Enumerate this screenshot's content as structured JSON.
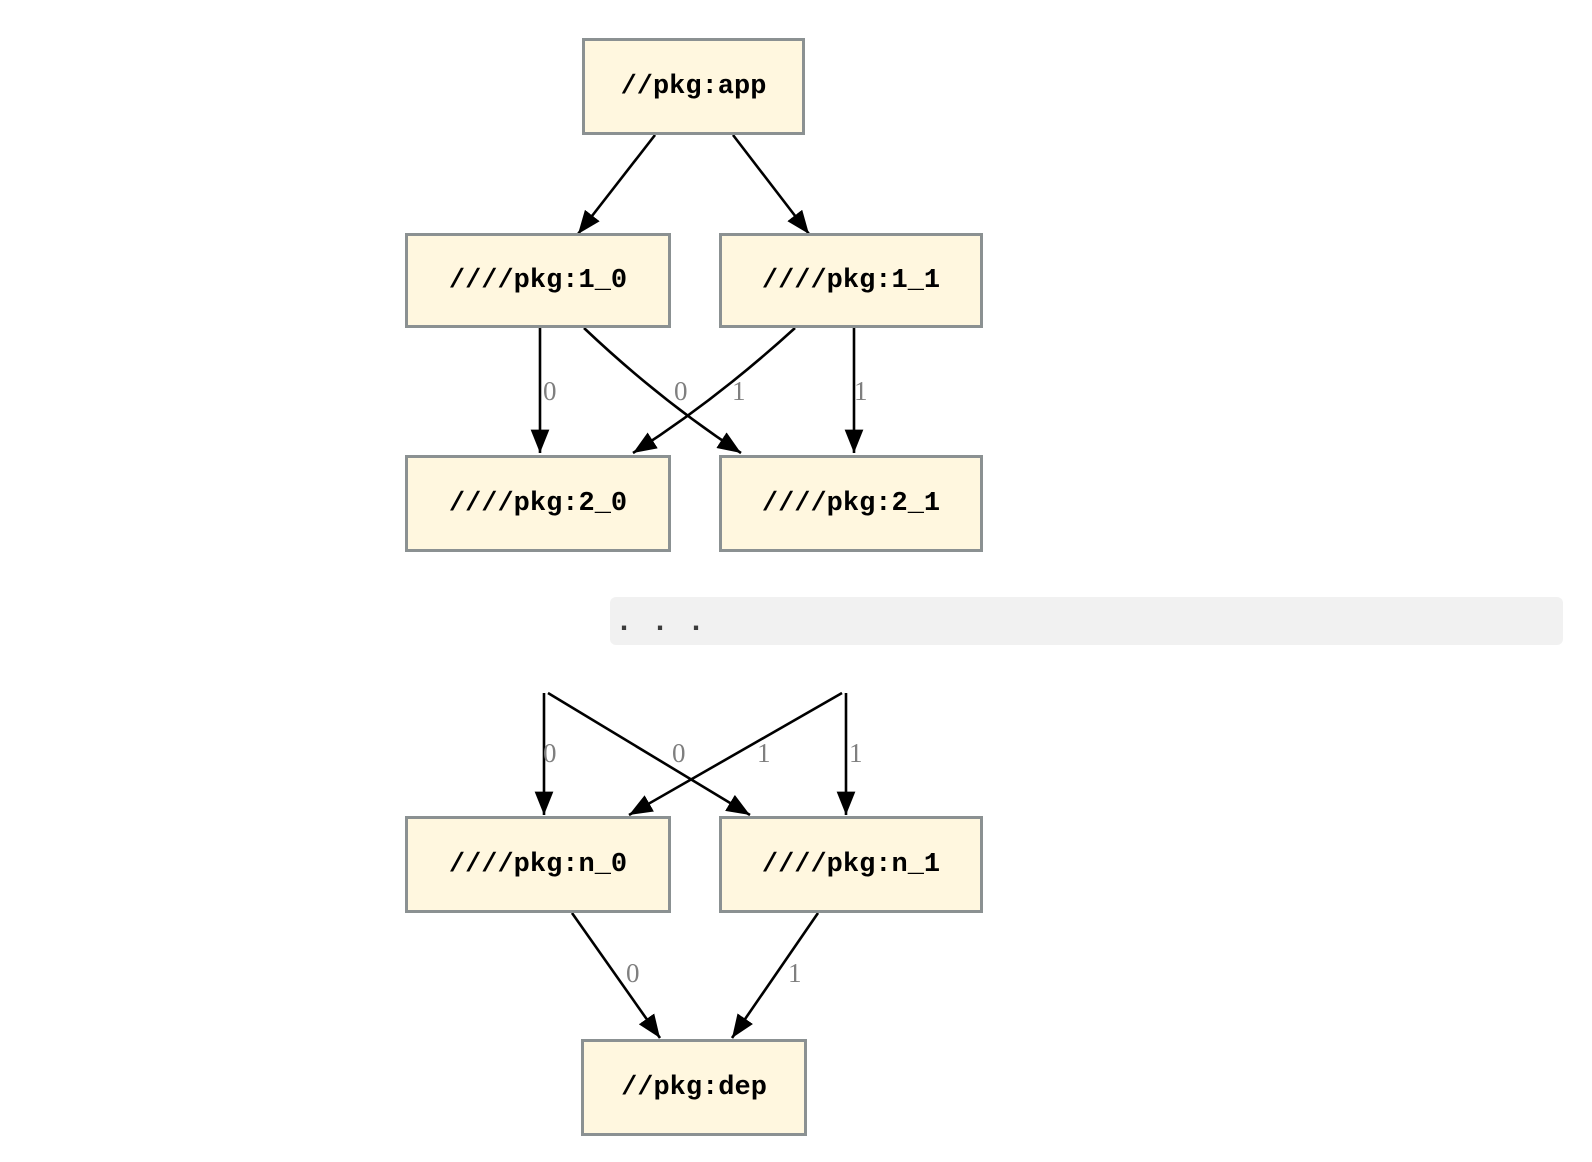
{
  "colors": {
    "node_fill": "#FFF7DF",
    "node_border": "#8B9192",
    "edge": "#000000",
    "edge_label": "#7F7F7F",
    "band_bg": "#F1F1F1",
    "ellipsis": "#3C3C3C"
  },
  "nodes": [
    {
      "id": "app",
      "label": "//pkg:app"
    },
    {
      "id": "1_0",
      "label": "////pkg:1_0"
    },
    {
      "id": "1_1",
      "label": "////pkg:1_1"
    },
    {
      "id": "2_0",
      "label": "////pkg:2_0"
    },
    {
      "id": "2_1",
      "label": "////pkg:2_1"
    },
    {
      "id": "n_0",
      "label": "////pkg:n_0"
    },
    {
      "id": "n_1",
      "label": "////pkg:n_1"
    },
    {
      "id": "dep",
      "label": "//pkg:dep"
    }
  ],
  "ellipsis": ". . .",
  "edges": [
    {
      "from": "app",
      "to": "1_0",
      "label": ""
    },
    {
      "from": "app",
      "to": "1_1",
      "label": ""
    },
    {
      "from": "1_0",
      "to": "2_0",
      "label": "0"
    },
    {
      "from": "1_0",
      "to": "2_1",
      "label": "1"
    },
    {
      "from": "1_1",
      "to": "2_0",
      "label": "0"
    },
    {
      "from": "1_1",
      "to": "2_1",
      "label": "1"
    },
    {
      "from": "...",
      "to": "n_0",
      "label": "0"
    },
    {
      "from": "...",
      "to": "n_1",
      "label": "1"
    },
    {
      "from": "...",
      "to": "n_0",
      "label": "0"
    },
    {
      "from": "...",
      "to": "n_1",
      "label": "1"
    },
    {
      "from": "n_0",
      "to": "dep",
      "label": "0"
    },
    {
      "from": "n_1",
      "to": "dep",
      "label": "1"
    }
  ]
}
